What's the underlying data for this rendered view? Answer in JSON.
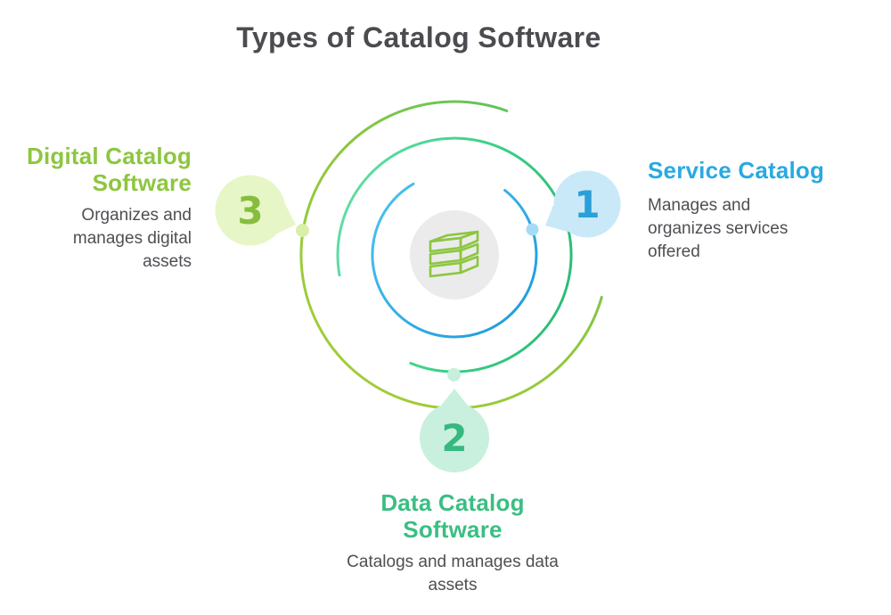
{
  "title": "Types of Catalog Software",
  "center": {
    "icon": "catalog-stack-icon",
    "circle_color": "#EBEBEB",
    "icon_color": "#8CC63F"
  },
  "rings": {
    "outer_color": "#9CCB3B",
    "middle_color": "#3CCD8B",
    "inner_color": "#29A9E1"
  },
  "items": [
    {
      "number": "1",
      "name_lines": [
        "Service Catalog"
      ],
      "desc_lines": [
        "Manages and",
        "organizes services",
        "offered"
      ],
      "accent": "#29A9E1",
      "bubble_fill": "#C9E9F8",
      "number_color": "#2B9FD8",
      "dot_color": "#A5DBF5"
    },
    {
      "number": "2",
      "name_lines": [
        "Data Catalog",
        "Software"
      ],
      "desc_lines": [
        "Catalogs and manages data",
        "assets"
      ],
      "accent": "#3BBE83",
      "bubble_fill": "#C9F0DE",
      "number_color": "#35B97E",
      "dot_color": "#C7EFDC"
    },
    {
      "number": "3",
      "name_lines": [
        "Digital Catalog",
        "Software"
      ],
      "desc_lines": [
        "Organizes and",
        "manages digital",
        "assets"
      ],
      "accent": "#8DC63F",
      "bubble_fill": "#E7F6C6",
      "number_color": "#86BD3F",
      "dot_color": "#D9F0A8"
    }
  ]
}
